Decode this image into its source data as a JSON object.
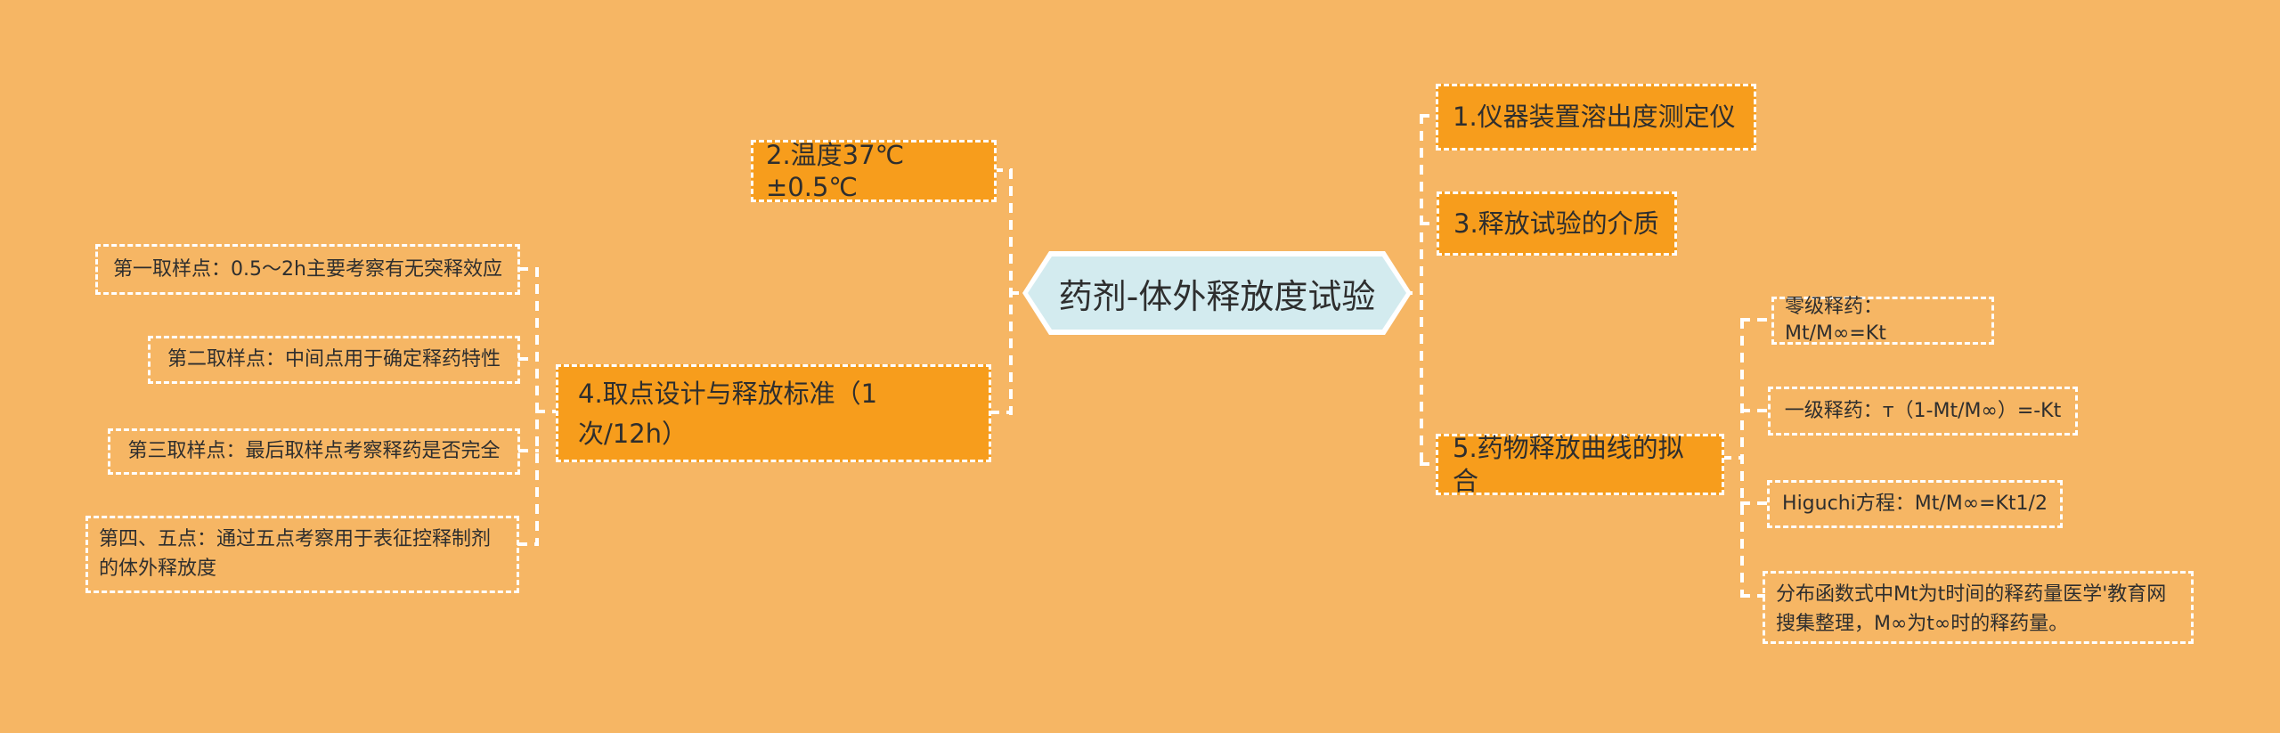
{
  "colors": {
    "background": "#f6b664",
    "branch_fill": "#f79d1c",
    "root_fill": "#d3ebef",
    "root_rim": "#ffffff",
    "connector": "#ffffff",
    "text": "#2e2e2e"
  },
  "root": {
    "label": "药剂-体外释放度试验"
  },
  "branches": [
    {
      "label": "1.仪器装置溶出度测定仪",
      "children": []
    },
    {
      "label": "2.温度37℃±0.5℃",
      "children": []
    },
    {
      "label": "3.释放试验的介质",
      "children": []
    },
    {
      "label": "4.取点设计与释放标准（1次/12h）",
      "children": [
        {
          "label": "第一取样点：0.5～2h主要考察有无突释效应"
        },
        {
          "label": "第二取样点：中间点用于确定释药特性"
        },
        {
          "label": "第三取样点：最后取样点考察释药是否完全"
        },
        {
          "label": "第四、五点：通过五点考察用于表征控释制剂的体外释放度"
        }
      ]
    },
    {
      "label": "5.药物释放曲线的拟合",
      "children": [
        {
          "label": "零级释药：Mt/M∞=Kt"
        },
        {
          "label": "一级释药：т（1-Mt/M∞）=-Kt"
        },
        {
          "label": "Higuchi方程：Mt/M∞=Kt1/2"
        },
        {
          "label": "分布函数式中Mt为t时间的释药量医学'教育网搜集整理，M∞为t∞时的释药量。"
        }
      ]
    }
  ]
}
